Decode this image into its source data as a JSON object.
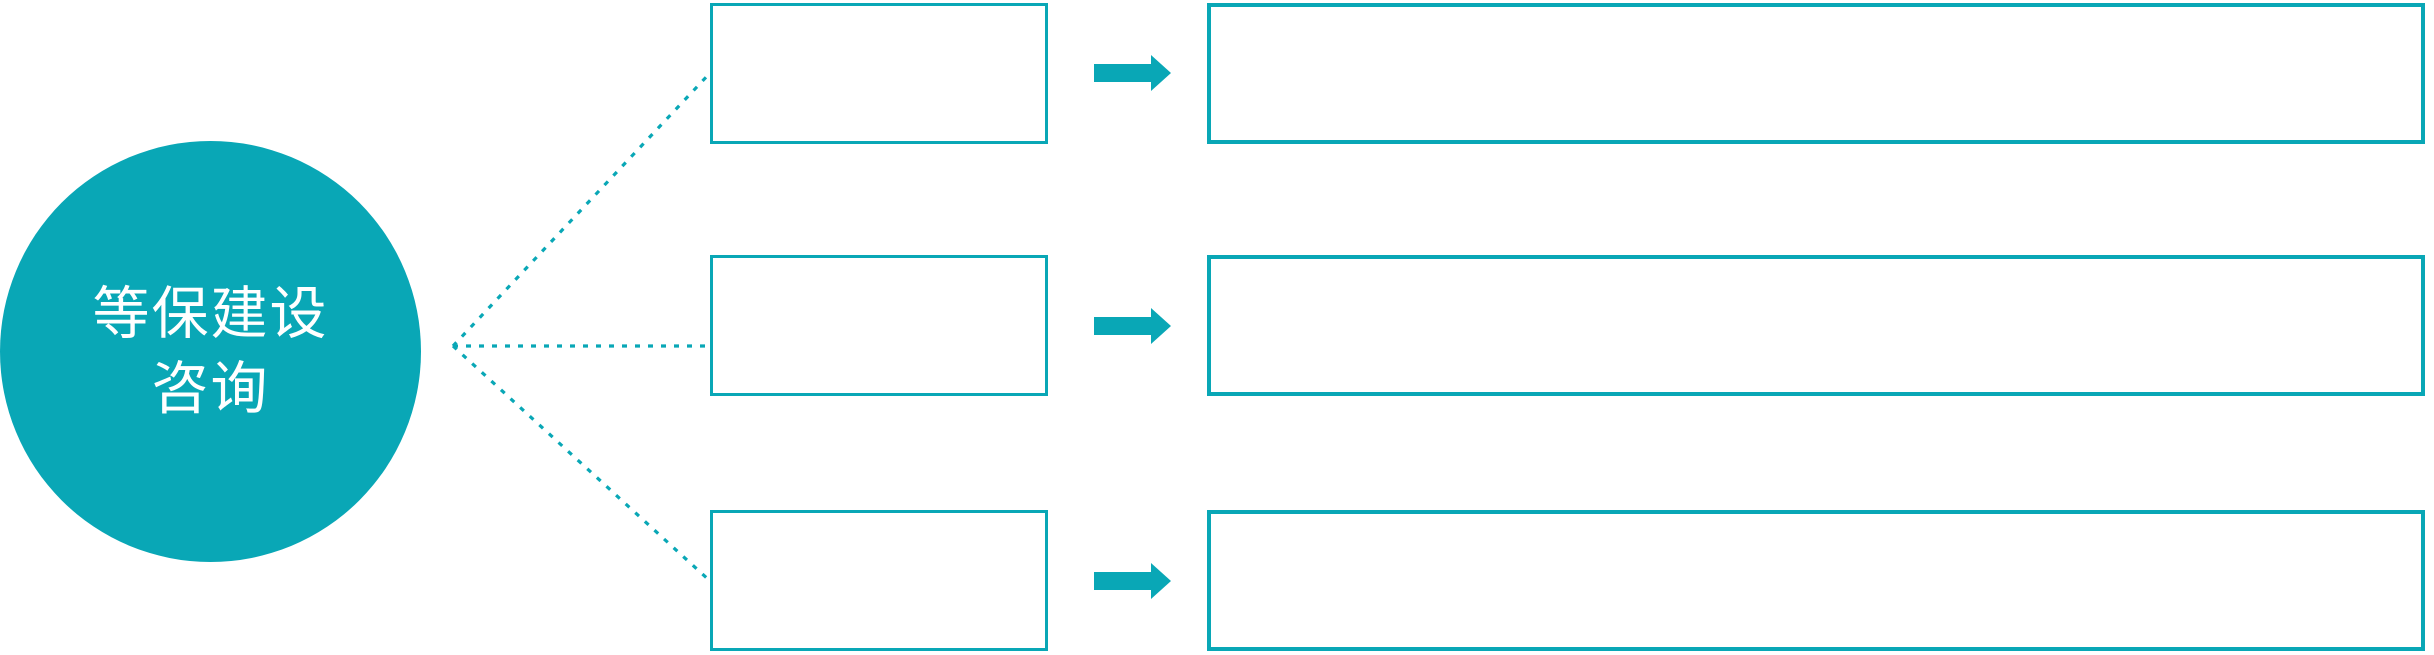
{
  "diagram": {
    "root": {
      "label_line1": "等保建设",
      "label_line2": "咨询"
    },
    "rows": [
      {
        "box_label": "",
        "detail_label": ""
      },
      {
        "box_label": "",
        "detail_label": ""
      },
      {
        "box_label": "",
        "detail_label": ""
      }
    ]
  },
  "icons": {
    "arrow": "block-arrow-right-icon",
    "connector_style": "dotted-line"
  },
  "colors": {
    "accent": "#09a7b6",
    "circle_text": "#ffffff",
    "background": "#ffffff"
  }
}
